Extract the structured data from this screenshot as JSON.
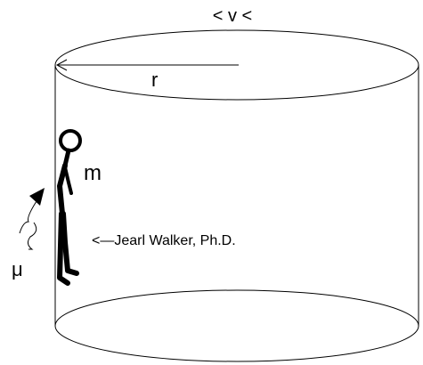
{
  "diagram": {
    "velocity_label": "< v <",
    "radius_label": "r",
    "mass_label": "m",
    "person_caption": "<—Jearl Walker, Ph.D.",
    "friction_label": "μ",
    "colors": {
      "line": "#000000",
      "background": "#ffffff"
    },
    "icons": {
      "person": "stick-figure-icon",
      "friction_arrow": "arrow-up-right-icon"
    }
  }
}
